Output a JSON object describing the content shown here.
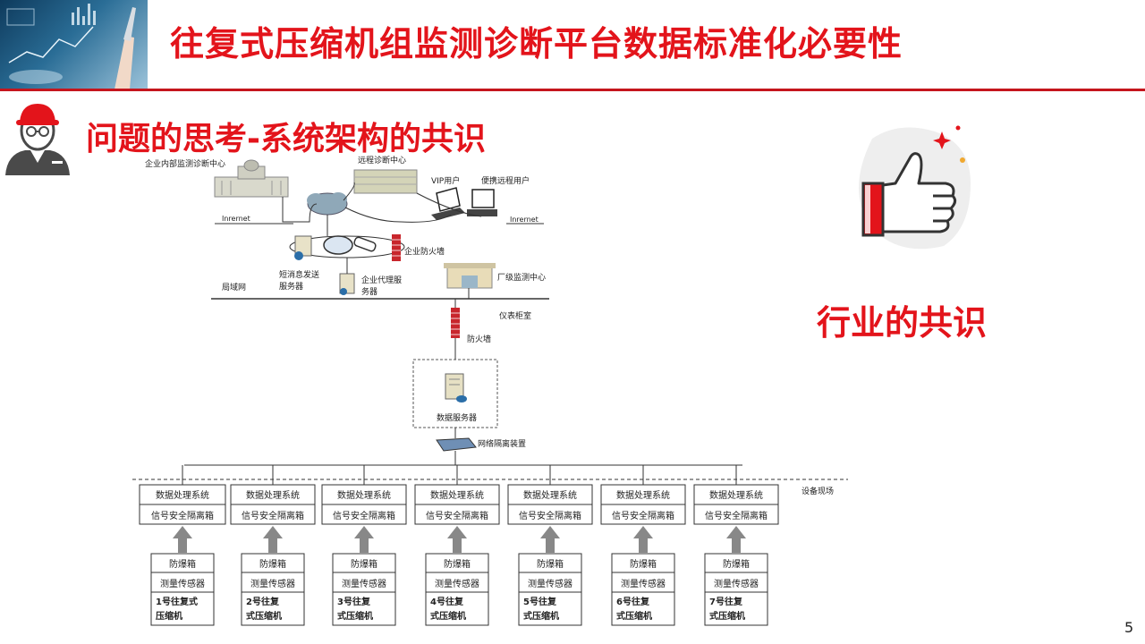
{
  "header": {
    "title": "往复式压缩机组监测诊断平台数据标准化必要性"
  },
  "section": {
    "subtitle": "问题的思考-系统架构的共识",
    "consensus": "行业的共识"
  },
  "diagram": {
    "enterprise_center": "企业内部监测诊断中心",
    "remote_center": "远程诊断中心",
    "vip_user": "VIP用户",
    "remote_user": "便携远程用户",
    "internet_left": "Inrernet",
    "internet_right": "Inrernet",
    "firewall_enterprise": "企业防火墙",
    "sms_server": [
      "短消息发送",
      "服务器"
    ],
    "proxy_server": [
      "企业代理服",
      "务器"
    ],
    "plant_center": "厂级监测中心",
    "lan": "局域网",
    "instrument_room": "仪表柜室",
    "firewall": "防火墙",
    "data_server": "数据服务器",
    "isolation_device": "网络隔离装置",
    "field": "设备现场",
    "processing": "数据处理系统",
    "isolation_box": "信号安全隔离箱",
    "explosion_box": "防爆箱",
    "sensor": "测量传感器",
    "compressors": [
      [
        "1号往复式",
        "压缩机"
      ],
      [
        "2号往复",
        "式压缩机"
      ],
      [
        "3号往复",
        "式压缩机"
      ],
      [
        "4号往复",
        "式压缩机"
      ],
      [
        "5号往复",
        "式压缩机"
      ],
      [
        "6号往复",
        "式压缩机"
      ],
      [
        "7号往复",
        "式压缩机"
      ]
    ]
  },
  "page_number": "5",
  "colors": {
    "accent": "#e3141b",
    "rule": "#c5161d"
  }
}
